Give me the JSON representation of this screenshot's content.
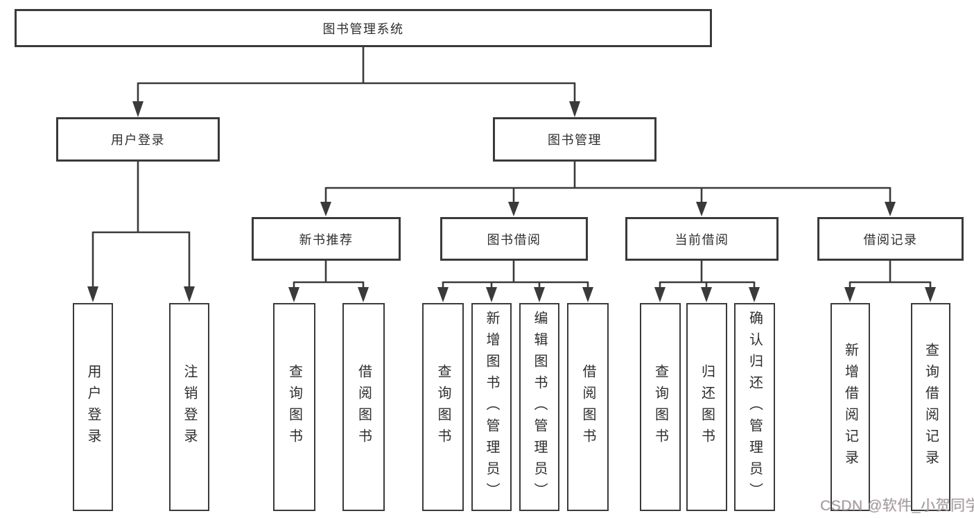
{
  "diagram": {
    "root": {
      "label": "图书管理系统"
    },
    "branches": [
      {
        "label": "用户登录",
        "children": [
          {
            "label": "用户登录"
          },
          {
            "label": "注销登录"
          }
        ]
      },
      {
        "label": "图书管理",
        "children": [
          {
            "label": "新书推荐",
            "children": [
              {
                "label": "查询图书"
              },
              {
                "label": "借阅图书"
              }
            ]
          },
          {
            "label": "图书借阅",
            "children": [
              {
                "label": "查询图书"
              },
              {
                "label": "新增图书（管理员）"
              },
              {
                "label": "编辑图书（管理员）"
              },
              {
                "label": "借阅图书"
              }
            ]
          },
          {
            "label": "当前借阅",
            "children": [
              {
                "label": "查询图书"
              },
              {
                "label": "归还图书"
              },
              {
                "label": "确认归还（管理员）"
              }
            ]
          },
          {
            "label": "借阅记录",
            "children": [
              {
                "label": "新增借阅记录"
              },
              {
                "label": "查询借阅记录"
              }
            ]
          }
        ]
      }
    ],
    "watermark": "CSDN @软件_小贺同学",
    "colors": {
      "line": "#3a3a3a",
      "box_border": "#3a3a3a",
      "box_fill": "#ffffff",
      "text": "#2e2e2e",
      "watermark": "#9d9da2"
    }
  }
}
